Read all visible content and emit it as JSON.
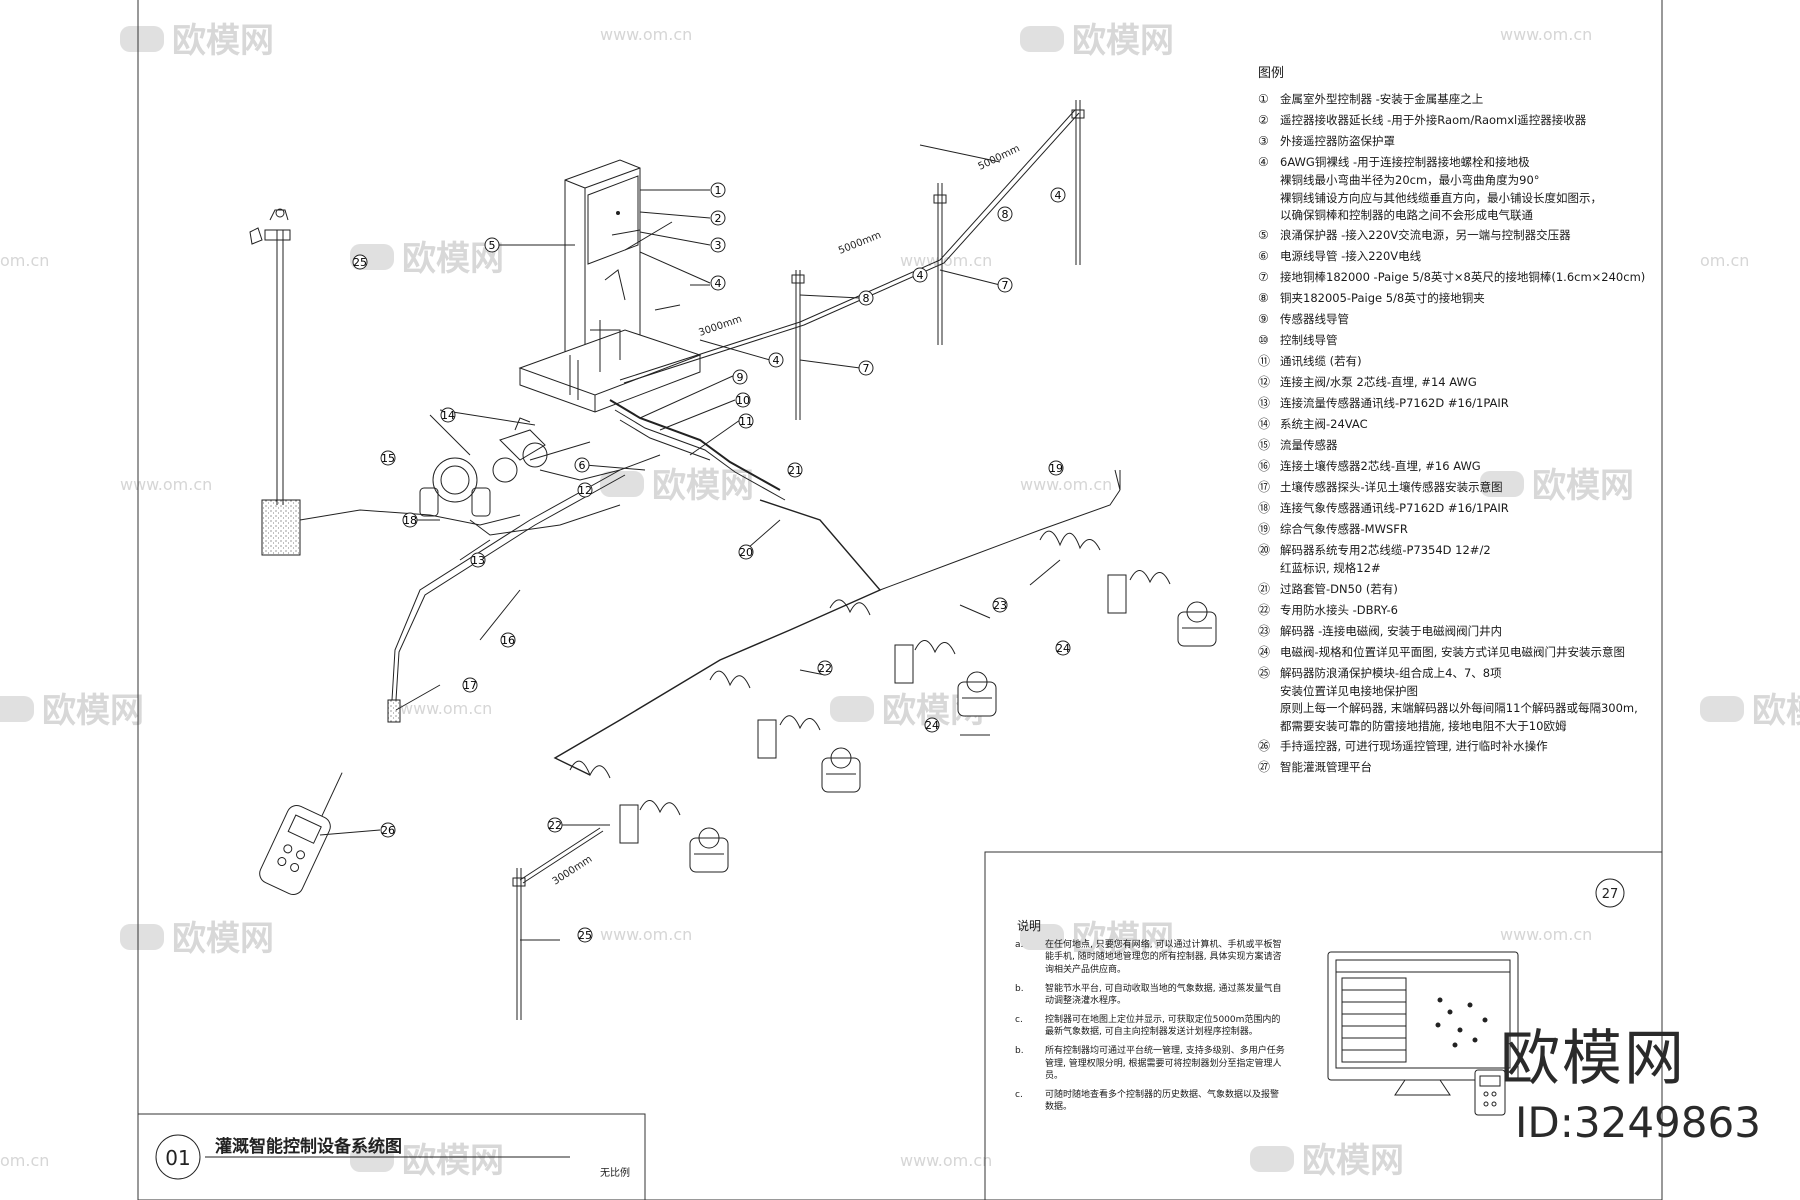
{
  "watermark": {
    "brand": "欧模网",
    "url": "www.om.cn",
    "url_alt": "om.cn"
  },
  "drawing": {
    "title_number": "01",
    "title": "灌溉智能控制设备系统图",
    "scale": "无比例",
    "dimensions": [
      "3000mm",
      "5000mm",
      "5000mm",
      "3000mm"
    ],
    "callouts": [
      "1",
      "2",
      "3",
      "4",
      "4",
      "4",
      "4",
      "5",
      "6",
      "7",
      "7",
      "8",
      "8",
      "9",
      "10",
      "11",
      "12",
      "13",
      "14",
      "15",
      "16",
      "17",
      "18",
      "19",
      "20",
      "21",
      "22",
      "22",
      "23",
      "24",
      "24",
      "25",
      "25",
      "26"
    ]
  },
  "legend": {
    "title": "图例",
    "items": [
      {
        "num": "①",
        "text": "金属室外型控制器 -安装于金属基座之上"
      },
      {
        "num": "②",
        "text": "遥控器接收器延长线 -用于外接Raom/Raomxl遥控器接收器"
      },
      {
        "num": "③",
        "text": "外接遥控器防盗保护罩"
      },
      {
        "num": "④",
        "text": "6AWG铜裸线 -用于连接控制器接地螺栓和接地极",
        "sub": [
          "裸铜线最小弯曲半径为20cm，最小弯曲角度为90°",
          "裸铜线铺设方向应与其他线缆垂直方向，最小铺设长度如图示，",
          "以确保铜棒和控制器的电路之间不会形成电气联通"
        ]
      },
      {
        "num": "⑤",
        "text": "浪涌保护器 -接入220V交流电源，另一端与控制器交压器"
      },
      {
        "num": "⑥",
        "text": "电源线导管 -接入220V电线"
      },
      {
        "num": "⑦",
        "text": "接地铜棒182000 -Paige 5/8英寸×8英尺的接地铜棒(1.6cm×240cm)"
      },
      {
        "num": "⑧",
        "text": "铜夹182005-Paige 5/8英寸的接地铜夹"
      },
      {
        "num": "⑨",
        "text": "传感器线导管"
      },
      {
        "num": "⑩",
        "text": "控制线导管"
      },
      {
        "num": "⑪",
        "text": "通讯线缆 (若有)"
      },
      {
        "num": "⑫",
        "text": "连接主阀/水泵 2芯线-直埋, #14 AWG"
      },
      {
        "num": "⑬",
        "text": "连接流量传感器通讯线-P7162D #16/1PAIR"
      },
      {
        "num": "⑭",
        "text": "系统主阀-24VAC"
      },
      {
        "num": "⑮",
        "text": "流量传感器"
      },
      {
        "num": "⑯",
        "text": "连接土壤传感器2芯线-直埋, #16 AWG"
      },
      {
        "num": "⑰",
        "text": "土壤传感器探头-详见土壤传感器安装示意图"
      },
      {
        "num": "⑱",
        "text": "连接气象传感器通讯线-P7162D #16/1PAIR"
      },
      {
        "num": "⑲",
        "text": "综合气象传感器-MWSFR"
      },
      {
        "num": "⑳",
        "text": "解码器系统专用2芯线缆-P7354D 12#/2",
        "sub": [
          "红蓝标识, 规格12#"
        ]
      },
      {
        "num": "㉑",
        "text": "过路套管-DN50 (若有)"
      },
      {
        "num": "㉒",
        "text": "专用防水接头 -DBRY-6"
      },
      {
        "num": "㉓",
        "text": "解码器 -连接电磁阀, 安装于电磁阀阀门井内"
      },
      {
        "num": "㉔",
        "text": "电磁阀-规格和位置详见平面图, 安装方式详见电磁阀门井安装示意图"
      },
      {
        "num": "㉕",
        "text": "解码器防浪涌保护模块-组合成上4、7、8项",
        "sub": [
          "安装位置详见电接地保护图",
          "原则上每一个解码器, 末端解码器以外每间隔11个解码器或每隔300m,",
          "都需要安装可靠的防雷接地措施, 接地电阻不大于10欧姆"
        ]
      },
      {
        "num": "㉖",
        "text": "手持遥控器, 可进行现场遥控管理, 进行临时补水操作"
      },
      {
        "num": "㉗",
        "text": "智能灌溉管理平台"
      }
    ]
  },
  "notes": {
    "title": "说明",
    "badge": "27",
    "items": [
      {
        "key": "a.",
        "text": "在任何地点, 只要您有网络, 可以通过计算机、手机或平板智能手机, 随时随地地管理您的所有控制器, 具体实现方案请咨询相关产品供应商。"
      },
      {
        "key": "b.",
        "text": "智能节水平台, 可自动收取当地的气象数据, 通过蒸发量气自动调整浇灌水程序。"
      },
      {
        "key": "c.",
        "text": "控制器可在地图上定位并显示, 可获取定位5000m范围内的最新气象数据, 可自主向控制器发送计划程序控制器。"
      },
      {
        "key": "b.",
        "text": "所有控制器均可通过平台统一管理, 支持多级别、多用户任务管理, 管理权限分明, 根据需要可将控制器划分至指定管理人员。"
      },
      {
        "key": "c.",
        "text": "可随时随地查看多个控制器的历史数据、气象数据以及报警数据。"
      }
    ]
  },
  "brand_overlay": {
    "text": "欧模网",
    "id": "ID:3249863"
  }
}
